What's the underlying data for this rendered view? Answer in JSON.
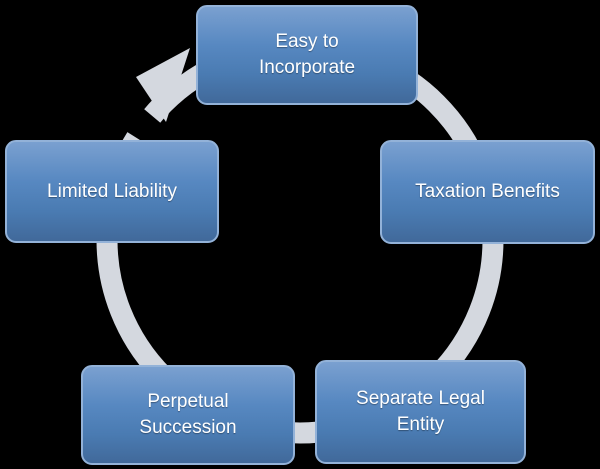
{
  "diagram": {
    "type": "cycle",
    "direction": "clockwise",
    "background_color": "#000000",
    "ring_color": "#D4D8DF",
    "node_fill_color": "#4F81BD",
    "node_border_color": "#93B2D8",
    "node_text_color": "#FFFFFF",
    "nodes": [
      {
        "id": "easy-to-incorporate",
        "position": "top",
        "label": "Easy to\nIncorporate"
      },
      {
        "id": "taxation-benefits",
        "position": "right",
        "label": "Taxation Benefits"
      },
      {
        "id": "separate-legal-entity",
        "position": "bottom-right",
        "label": "Separate Legal\nEntity"
      },
      {
        "id": "perpetual-succession",
        "position": "bottom-left",
        "label": "Perpetual\nSuccession"
      },
      {
        "id": "limited-liability",
        "position": "left",
        "label": "Limited Liability"
      }
    ]
  }
}
